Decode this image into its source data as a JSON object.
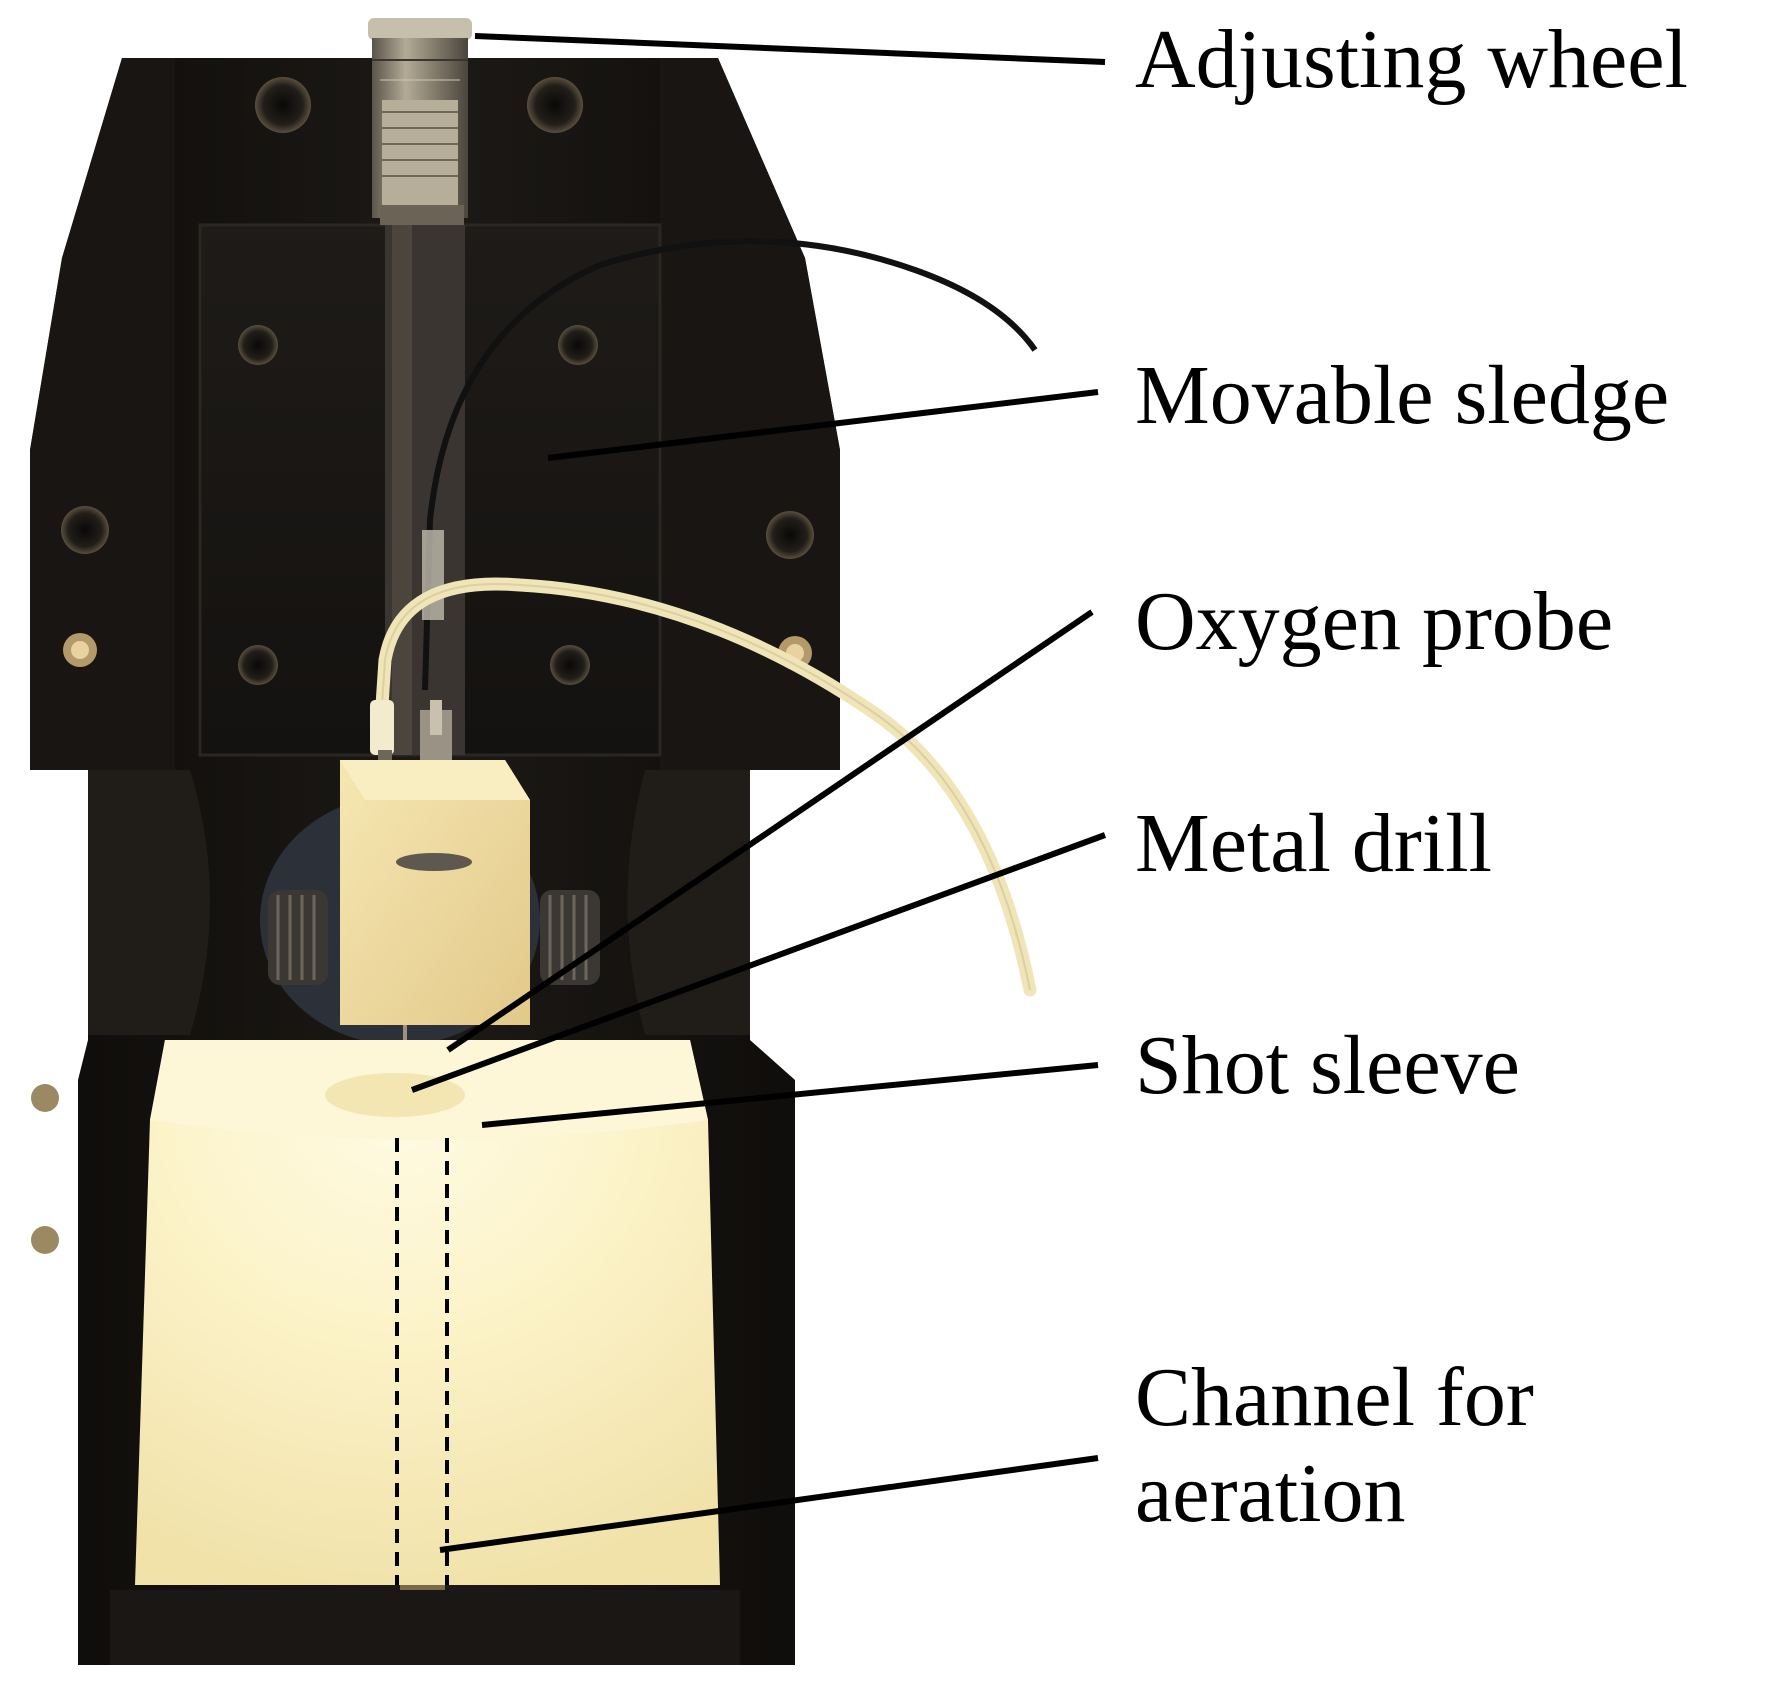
{
  "figure": {
    "labels": {
      "adjusting_wheel": "Adjusting wheel",
      "movable_sledge": "Movable sledge",
      "oxygen_probe": "Oxygen probe",
      "metal_drill": "Metal drill",
      "shot_sleeve": "Shot sleeve",
      "channel_line1": "Channel for",
      "channel_line2": "aeration"
    },
    "colors": {
      "frame": "#141210",
      "block": "#fbf2c6",
      "probe_holder": "#eed99c",
      "micrometer": "#8c8472",
      "cable_white": "#efe5b8",
      "cable_black": "#111111",
      "leader_line": "#000000"
    }
  }
}
